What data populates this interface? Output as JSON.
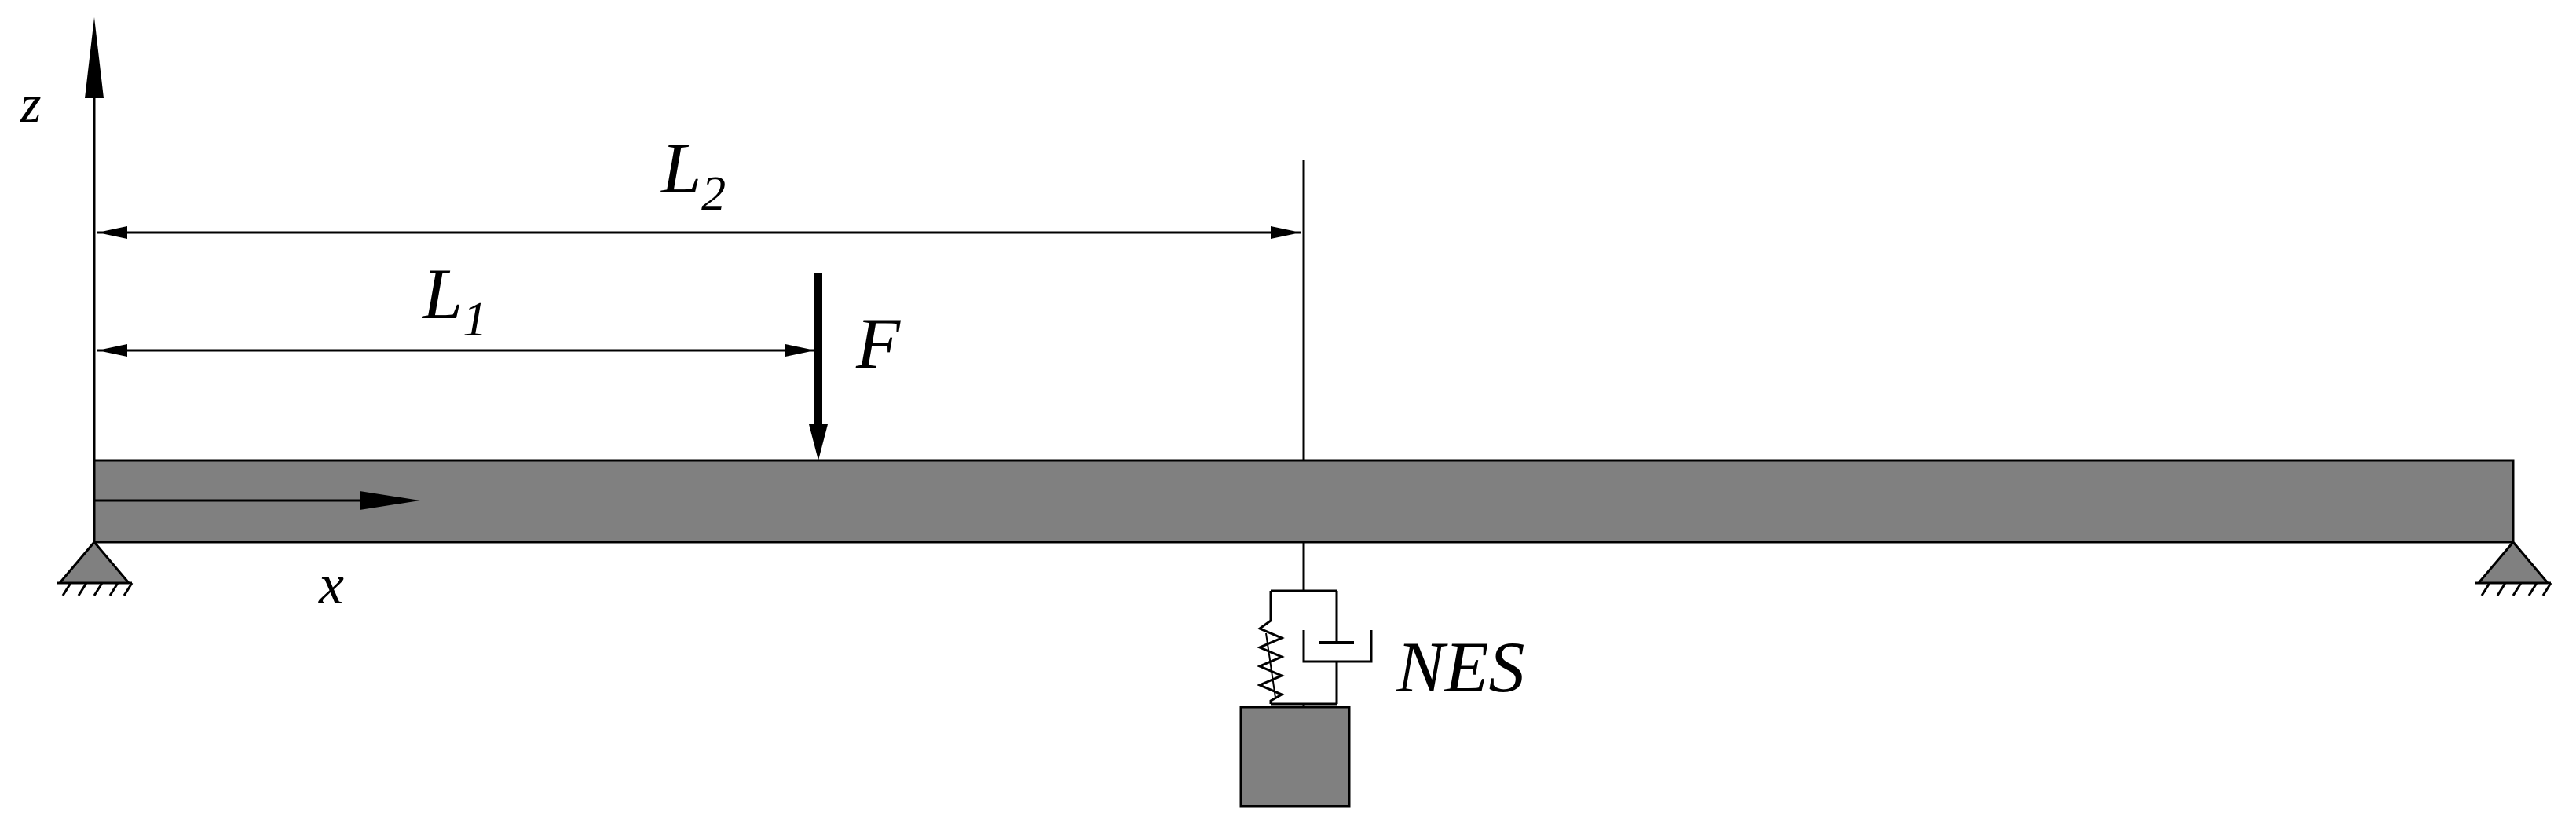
{
  "diagram": {
    "labels": {
      "axis_z": "z",
      "axis_x": "x",
      "dim_l2": {
        "main": "L",
        "sub": "2"
      },
      "dim_l1": {
        "main": "L",
        "sub": "1"
      },
      "force": "F",
      "nes": "NES"
    },
    "colors": {
      "beam_fill": "#808080",
      "mass_fill": "#808080",
      "line": "#000000",
      "background": "#ffffff"
    }
  }
}
